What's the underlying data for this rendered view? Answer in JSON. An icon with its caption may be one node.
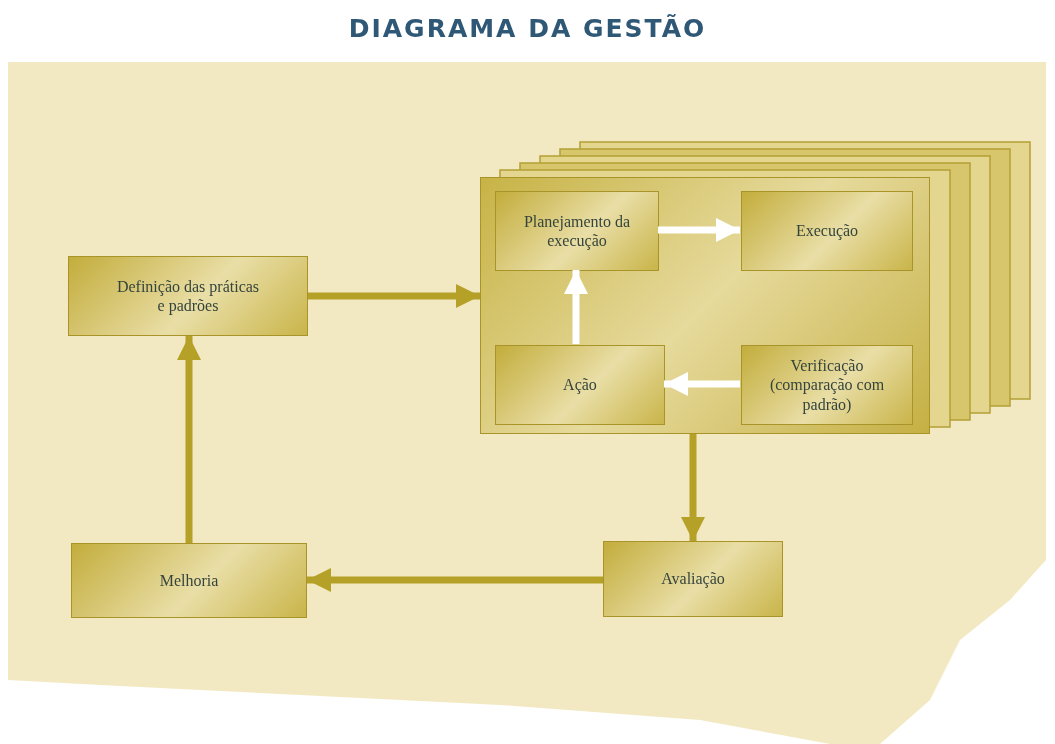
{
  "diagram": {
    "title": "DIAGRAMA DA GESTÃO",
    "nodes": [
      {
        "text": [
          "Definição das práticas e padrões"
        ]
      },
      {
        "text": [],
        "shape": "box"
      },
      {
        "text": [
          "Planejamento da execução"
        ],
        "in": 1
      },
      {
        "text": [
          "Execução"
        ],
        "in": 1
      },
      {
        "text": [
          "Ação"
        ],
        "in": 1
      },
      {
        "text": [
          "Verificação (comparação com padrão)"
        ],
        "in": 1
      },
      {
        "text": [
          "Avaliação"
        ]
      },
      {
        "text": [
          "Melhoria"
        ]
      }
    ],
    "edges": [
      {
        "from": 0,
        "to": 1,
        "arrow": "to"
      },
      {
        "from": 2,
        "to": 3,
        "arrow": "to",
        "color": "#ffffff"
      },
      {
        "from": 4,
        "to": 2,
        "arrow": "to",
        "color": "#ffffff"
      },
      {
        "from": 5,
        "to": 4,
        "arrow": "to",
        "color": "#ffffff"
      },
      {
        "from": 1,
        "to": 6,
        "arrow": "to"
      },
      {
        "from": 6,
        "to": 7,
        "arrow": "to"
      },
      {
        "from": 7,
        "to": 0,
        "arrow": "to"
      }
    ]
  }
}
